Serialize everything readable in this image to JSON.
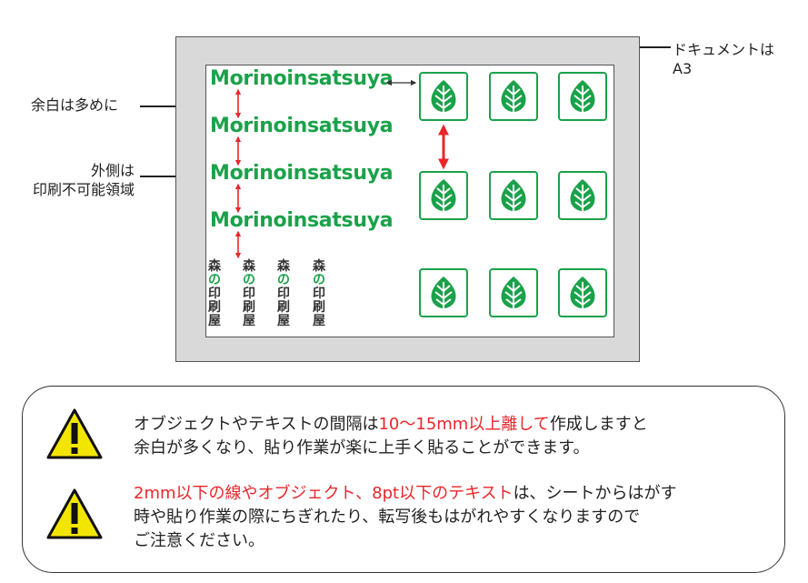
{
  "labels": {
    "document_size_line1": "ドキュメントは",
    "document_size_line2": "A3",
    "margin": "余白は多めに",
    "outer_line1": "外側は",
    "outer_line2": "印刷不可能領域"
  },
  "sample": {
    "wordmark": "Morinoinsatsuya",
    "vertical_label": [
      "森",
      "の",
      "印",
      "刷",
      "屋"
    ]
  },
  "notices": [
    {
      "icon": "warning-icon",
      "line1_before": "オブジェクトやテキストの間隔は",
      "line1_highlight": "10〜15mm以上離して",
      "line1_after": "作成しますと",
      "line2": "余白が多くなり、貼り作業が楽に上手く貼ることができます。"
    },
    {
      "icon": "warning-icon",
      "line1_highlight": "2mm以下の線やオブジェクト、8pt以下のテキスト",
      "line1_after": "は、シートからはがす",
      "line2": "時や貼り作業の際にちぎれたり、転写後もはがれやすくなりますので",
      "line3": "ご注意ください。"
    }
  ],
  "colors": {
    "brand_green": "#1aa24a",
    "arrow_red": "#e8262a",
    "warning_yellow": "#f2e600",
    "outer_gray": "#d9d9d9"
  }
}
